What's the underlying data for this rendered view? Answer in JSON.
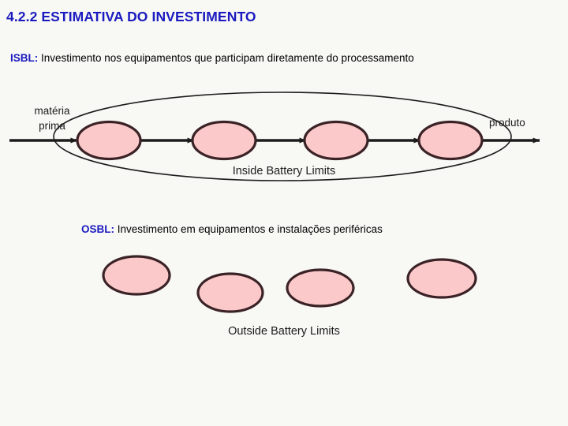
{
  "slide": {
    "title": "4.2.2 ESTIMATIVA DO INVESTIMENTO",
    "background_color": "#f8f8f5",
    "title_color": "#1a1ac0"
  },
  "captions": {
    "isbl": {
      "lead": "ISBL:",
      "text": " Investimento nos equipamentos que participam diretamente do processamento"
    },
    "osbl": {
      "lead": "OSBL:",
      "text": " Investimento em equipamentos e instalações periféricas"
    }
  },
  "diagram": {
    "inside": {
      "boundary_label": "Inside Battery Limits",
      "input_label": "matéria\nprima",
      "input_label_line1": "matéria",
      "input_label_line2": "prima",
      "output_label": "produto",
      "unit_count": 4,
      "unit_fill": "#fbc9c9",
      "unit_stroke": "#3a2226"
    },
    "outside": {
      "boundary_label": "Outside Battery Limits",
      "unit_count": 4,
      "unit_fill": "#fbc9c9",
      "unit_stroke": "#3a2226"
    }
  }
}
